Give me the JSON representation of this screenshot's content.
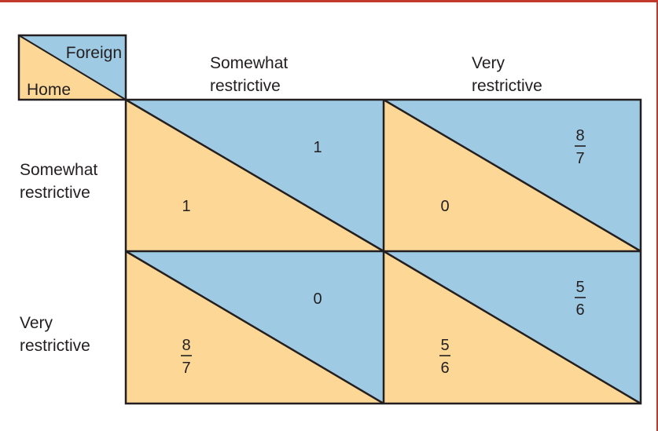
{
  "corner": {
    "top_label": "Foreign",
    "bottom_label": "Home"
  },
  "columns": [
    {
      "line1": "Somewhat",
      "line2": "restrictive"
    },
    {
      "line1": "Very",
      "line2": "restrictive"
    }
  ],
  "rows": [
    {
      "line1": "Somewhat",
      "line2": "restrictive"
    },
    {
      "line1": "Very",
      "line2": "restrictive"
    }
  ],
  "cells": [
    {
      "foreign": {
        "type": "int",
        "value": "1"
      },
      "home": {
        "type": "int",
        "value": "1"
      }
    },
    {
      "foreign": {
        "type": "frac",
        "num": "8",
        "den": "7"
      },
      "home": {
        "type": "int",
        "value": "0"
      }
    },
    {
      "foreign": {
        "type": "int",
        "value": "0"
      },
      "home": {
        "type": "frac",
        "num": "8",
        "den": "7"
      }
    },
    {
      "foreign": {
        "type": "frac",
        "num": "5",
        "den": "6"
      },
      "home": {
        "type": "frac",
        "num": "5",
        "den": "6"
      }
    }
  ],
  "colors": {
    "home": "#fcd795",
    "foreign": "#9ecae3",
    "border": "#231f20",
    "frame": "#c0392b"
  }
}
